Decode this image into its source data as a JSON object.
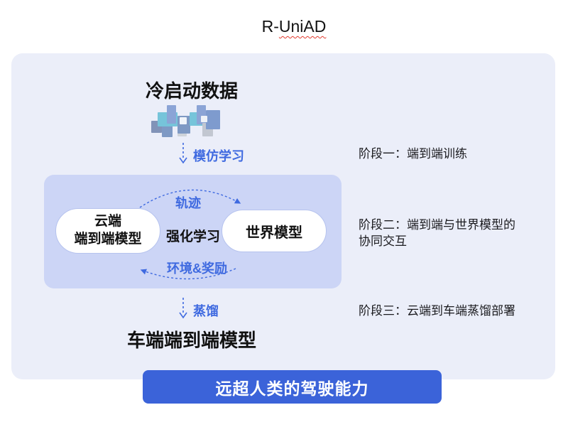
{
  "title": {
    "prefix": "R-",
    "main": "UniAD"
  },
  "colors": {
    "accent": "#3f6ae0",
    "button": "#3b63d9",
    "panel": "#ebeef9",
    "inner": "#ccd5f6",
    "wavy": "#e23c30",
    "ink": "#1a1a1c"
  },
  "diagram": {
    "cold_start_label": "冷启动数据",
    "imitation_arrow_label": "模仿学习",
    "cloud_model": {
      "line1": "云端",
      "line2": "端到端模型"
    },
    "world_model_label": "世界模型",
    "rl_label": "强化学习",
    "trajectory_label": "轨迹",
    "env_reward_label": "环境&奖励",
    "distill_arrow_label": "蒸馏",
    "vehicle_model_label": "车端端到端模型",
    "cta_label": "远超人类的驾驶能力"
  },
  "stages": [
    {
      "lines": [
        "阶段一：端到端训练"
      ]
    },
    {
      "lines": [
        "阶段二：端到端与世界模型的",
        "协同交互"
      ]
    },
    {
      "lines": [
        "阶段三：云端到车端蒸馏部署"
      ]
    }
  ]
}
